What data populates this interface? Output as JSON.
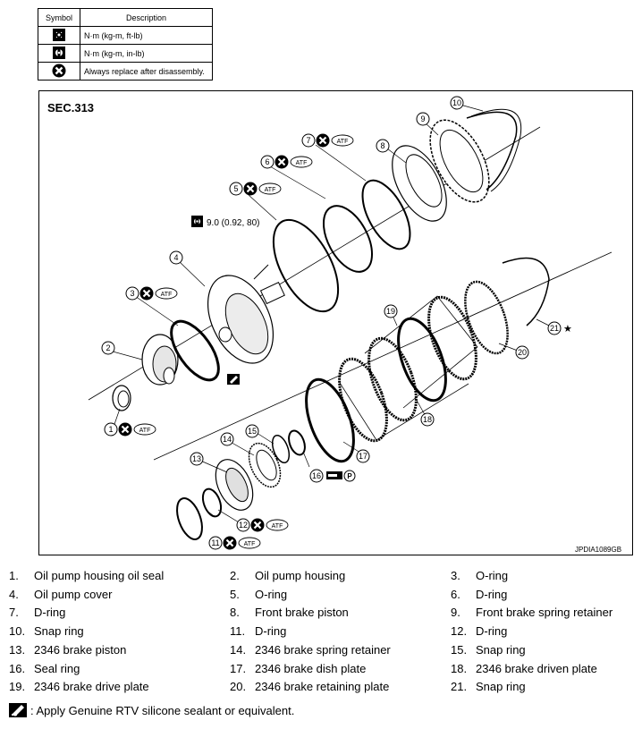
{
  "symbol_table": {
    "headers": {
      "symbol": "Symbol",
      "description": "Description"
    },
    "rows": [
      {
        "icon": "torque-wrench-icon",
        "description": "N·m (kg-m, ft-lb)"
      },
      {
        "icon": "torque-wrench-small-icon",
        "description": "N·m (kg-m, in-lb)"
      },
      {
        "icon": "replace-part-icon",
        "description": "Always replace after disassembly."
      }
    ]
  },
  "diagram": {
    "section": "SEC.313",
    "ref_code": "JPDIA1089GB",
    "torque_spec": "9.0 (0.92, 80)",
    "atf_label": "ATF",
    "p_label": "P",
    "callouts": [
      "1",
      "2",
      "3",
      "4",
      "5",
      "6",
      "7",
      "8",
      "9",
      "10",
      "11",
      "12",
      "13",
      "14",
      "15",
      "16",
      "17",
      "18",
      "19",
      "20",
      "21"
    ],
    "star": "★"
  },
  "parts": [
    {
      "num": "1.",
      "name": "Oil pump housing oil seal"
    },
    {
      "num": "2.",
      "name": "Oil pump housing"
    },
    {
      "num": "3.",
      "name": "O-ring"
    },
    {
      "num": "4.",
      "name": "Oil pump cover"
    },
    {
      "num": "5.",
      "name": "O-ring"
    },
    {
      "num": "6.",
      "name": "D-ring"
    },
    {
      "num": "7.",
      "name": "D-ring"
    },
    {
      "num": "8.",
      "name": "Front brake piston"
    },
    {
      "num": "9.",
      "name": "Front brake spring retainer"
    },
    {
      "num": "10.",
      "name": "Snap ring"
    },
    {
      "num": "11.",
      "name": "D-ring"
    },
    {
      "num": "12.",
      "name": "D-ring"
    },
    {
      "num": "13.",
      "name": "2346 brake piston"
    },
    {
      "num": "14.",
      "name": "2346 brake spring retainer"
    },
    {
      "num": "15.",
      "name": "Snap ring"
    },
    {
      "num": "16.",
      "name": "Seal ring"
    },
    {
      "num": "17.",
      "name": "2346 brake dish plate"
    },
    {
      "num": "18.",
      "name": "2346 brake driven plate"
    },
    {
      "num": "19.",
      "name": "2346 brake drive plate"
    },
    {
      "num": "20.",
      "name": "2346 brake retaining plate"
    },
    {
      "num": "21.",
      "name": "Snap ring"
    }
  ],
  "note": ": Apply Genuine RTV silicone sealant or equivalent."
}
